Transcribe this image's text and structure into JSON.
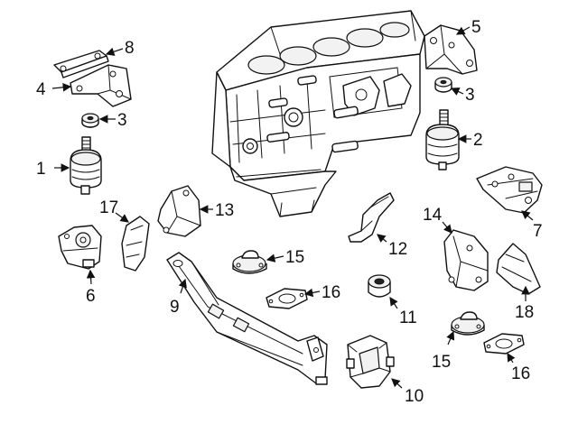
{
  "diagram": {
    "callouts": [
      {
        "id": "c1",
        "label": "1"
      },
      {
        "id": "c2",
        "label": "2"
      },
      {
        "id": "c3a",
        "label": "3"
      },
      {
        "id": "c3b",
        "label": "3"
      },
      {
        "id": "c4",
        "label": "4"
      },
      {
        "id": "c5",
        "label": "5"
      },
      {
        "id": "c6",
        "label": "6"
      },
      {
        "id": "c7",
        "label": "7"
      },
      {
        "id": "c8",
        "label": "8"
      },
      {
        "id": "c9",
        "label": "9"
      },
      {
        "id": "c10",
        "label": "10"
      },
      {
        "id": "c11",
        "label": "11"
      },
      {
        "id": "c12",
        "label": "12"
      },
      {
        "id": "c13",
        "label": "13"
      },
      {
        "id": "c14",
        "label": "14"
      },
      {
        "id": "c15a",
        "label": "15"
      },
      {
        "id": "c15b",
        "label": "15"
      },
      {
        "id": "c16a",
        "label": "16"
      },
      {
        "id": "c16b",
        "label": "16"
      },
      {
        "id": "c17",
        "label": "17"
      },
      {
        "id": "c18",
        "label": "18"
      }
    ]
  }
}
